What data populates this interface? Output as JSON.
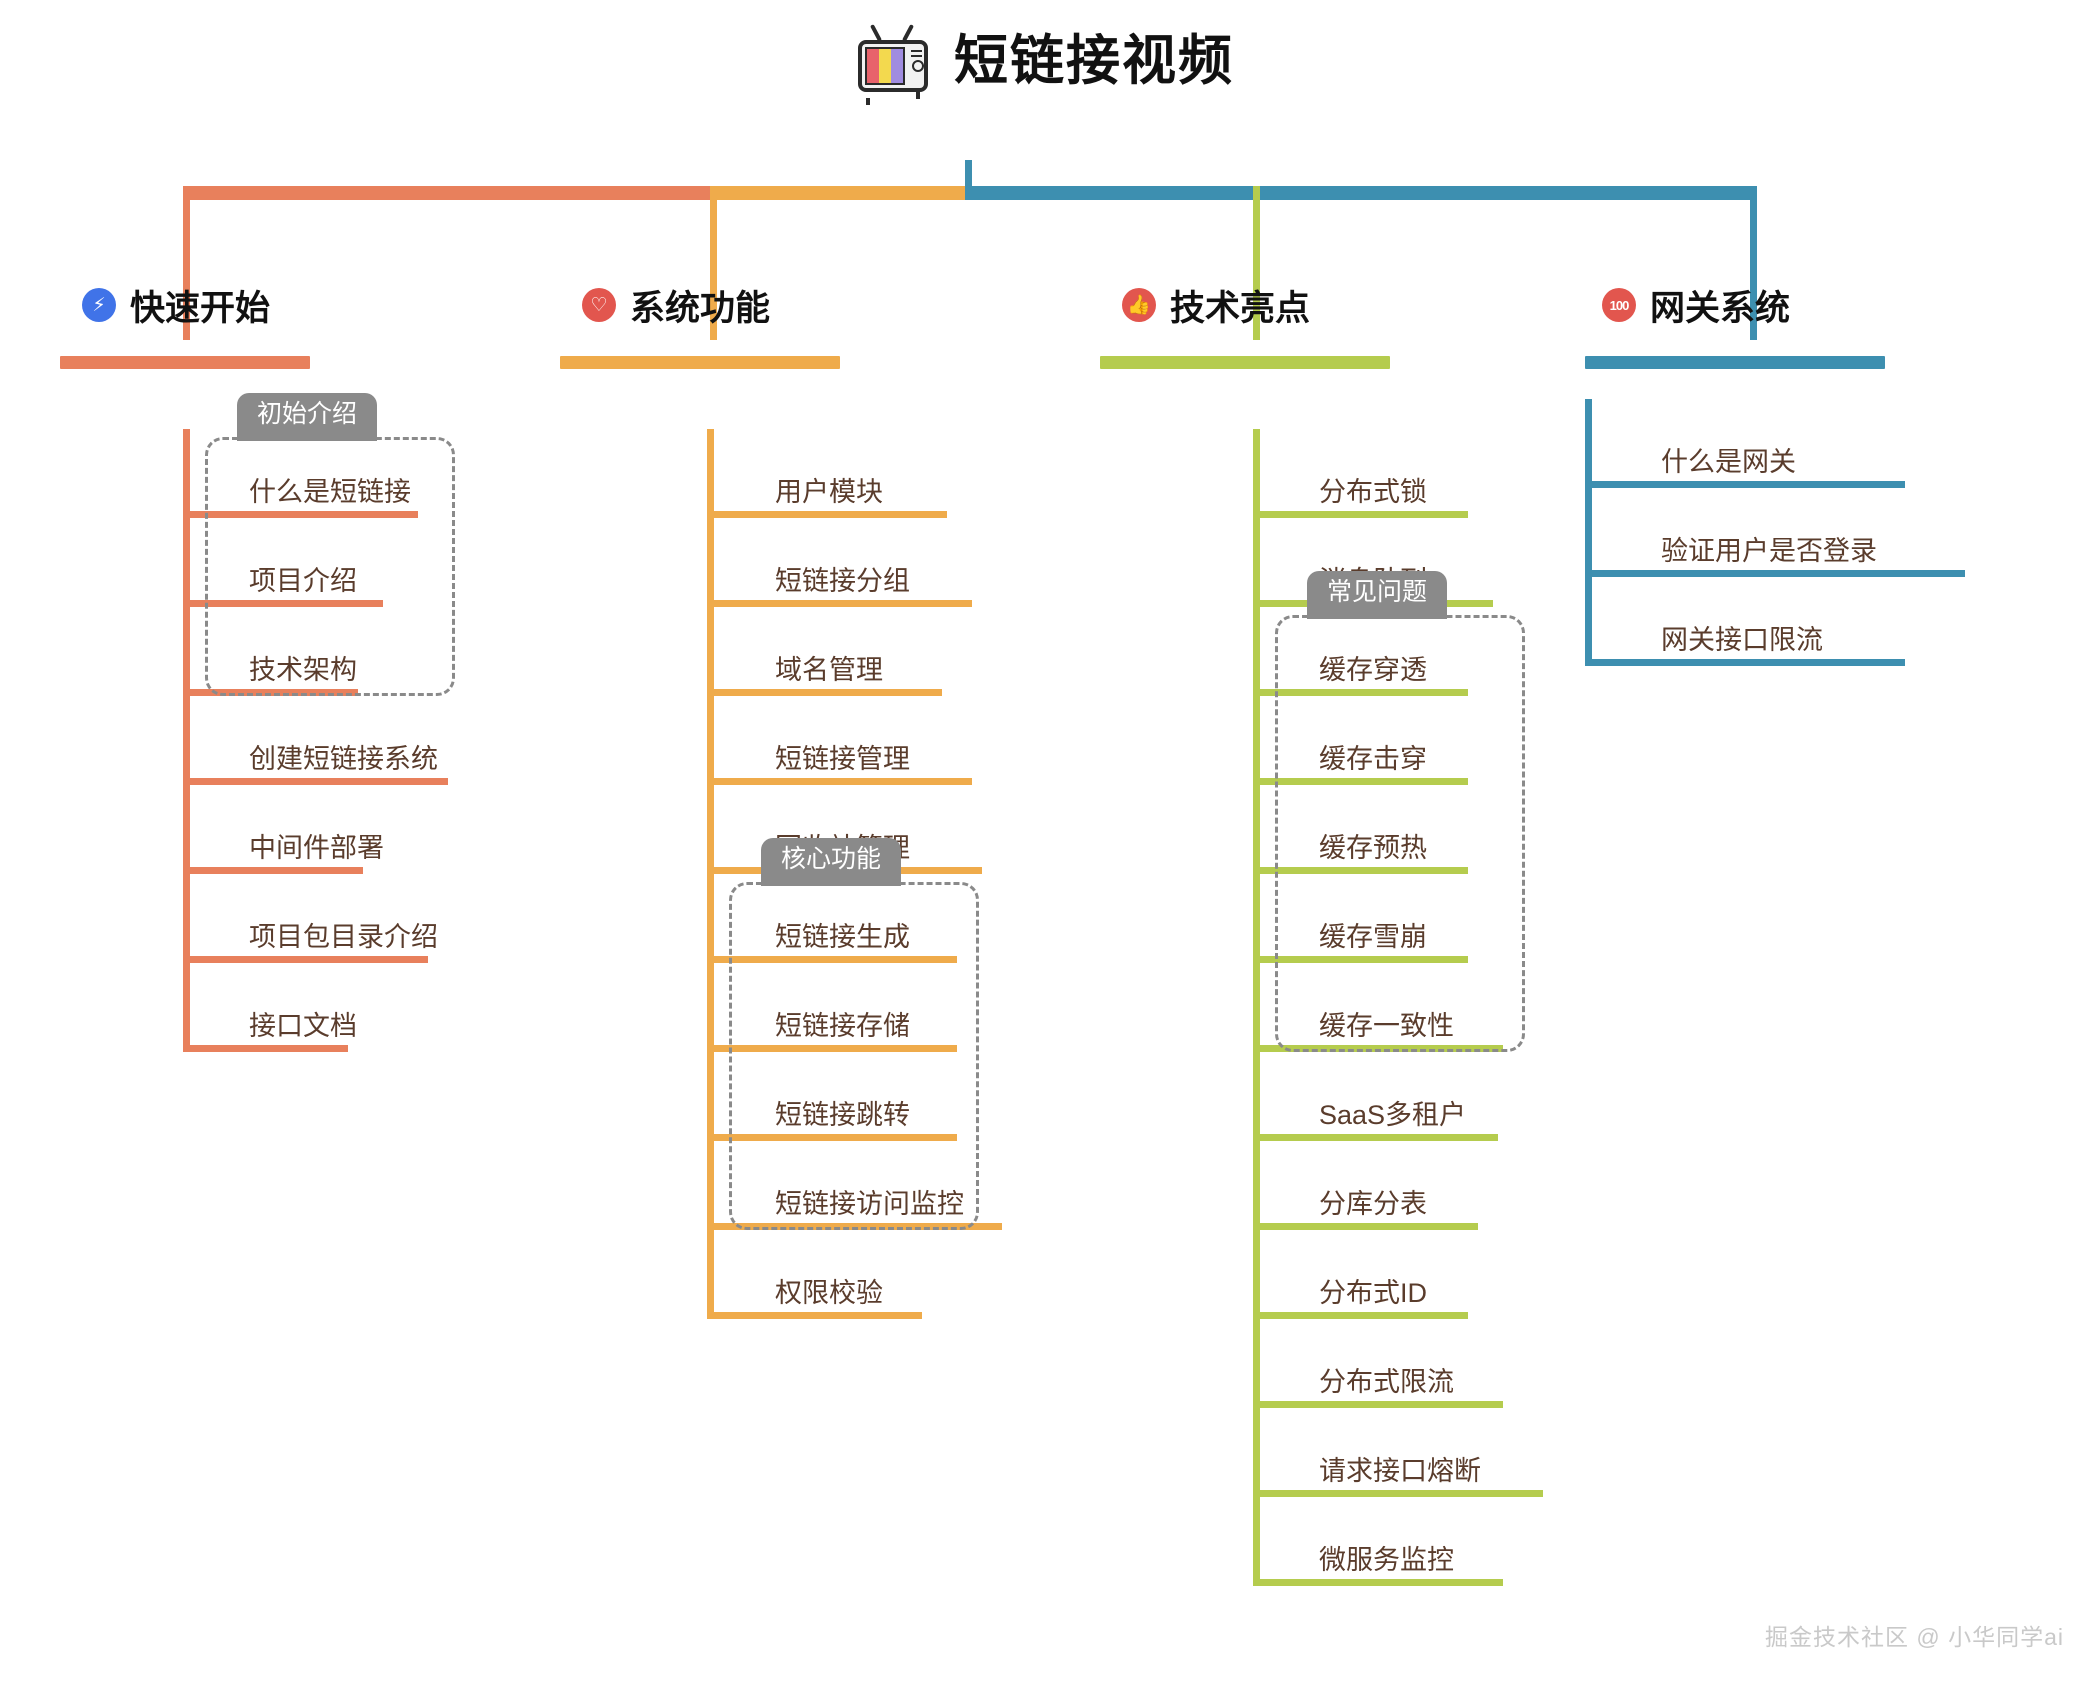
{
  "title": {
    "text": "短链接视频",
    "icon": "television-icon"
  },
  "colors": {
    "orange": "#E8805C",
    "amber": "#EFAB4B",
    "green": "#B5CC4E",
    "blue": "#3D8FB0",
    "group_gray": "#8A8A8A",
    "item_text": "#5A3C2C",
    "watermark": "#C9C9C9"
  },
  "branches": [
    {
      "id": "quick-start",
      "title": "快速开始",
      "icon": "lightning-badge-icon",
      "icon_glyph": "⚡",
      "icon_color": "#4073E8",
      "color": "#E8805C",
      "groups": [
        {
          "label": "初始介绍",
          "start": 0,
          "count": 3
        }
      ],
      "items": [
        "什么是短链接",
        "项目介绍",
        "技术架构",
        "创建短链接系统",
        "中间件部署",
        "项目包目录介绍",
        "接口文档"
      ]
    },
    {
      "id": "system-features",
      "title": "系统功能",
      "icon": "heart-badge-icon",
      "icon_glyph": "♡",
      "icon_color": "#E2564E",
      "color": "#EFAB4B",
      "groups": [
        {
          "label": "核心功能",
          "start": 5,
          "count": 4
        }
      ],
      "items": [
        "用户模块",
        "短链接分组",
        "域名管理",
        "短链接管理",
        "回收站管理",
        "短链接生成",
        "短链接存储",
        "短链接跳转",
        "短链接访问监控",
        "权限校验"
      ]
    },
    {
      "id": "tech-highlights",
      "title": "技术亮点",
      "icon": "thumbs-up-badge-icon",
      "icon_glyph": "👍",
      "icon_color": "#E2564E",
      "color": "#B5CC4E",
      "groups": [
        {
          "label": "常见问题",
          "start": 2,
          "count": 5
        }
      ],
      "items": [
        "分布式锁",
        "消息队列",
        "缓存穿透",
        "缓存击穿",
        "缓存预热",
        "缓存雪崩",
        "缓存一致性",
        "SaaS多租户",
        "分库分表",
        "分布式ID",
        "分布式限流",
        "请求接口熔断",
        "微服务监控"
      ]
    },
    {
      "id": "gateway-system",
      "title": "网关系统",
      "icon": "hundred-points-badge-icon",
      "icon_glyph": "100",
      "icon_color": "#E2564E",
      "color": "#3D8FB0",
      "groups": [],
      "items": [
        "什么是网关",
        "验证用户是否登录",
        "网关接口限流"
      ]
    }
  ],
  "watermark": "掘金技术社区 @ 小华同学ai"
}
